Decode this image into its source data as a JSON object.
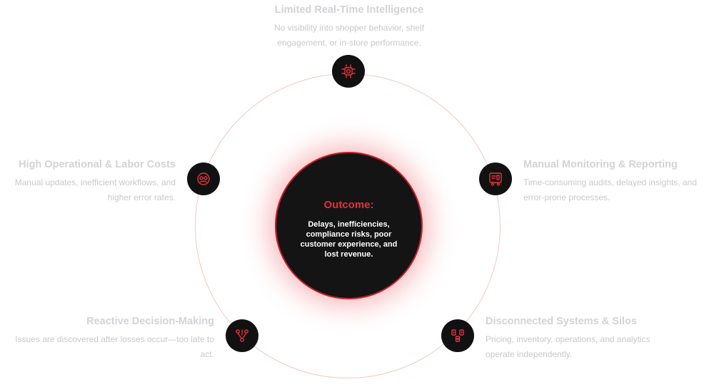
{
  "outcome": {
    "title": "Outcome:",
    "body": "Delays, inefficiencies, compliance risks, poor customer experience, and lost revenue."
  },
  "challenges": [
    {
      "title": "Limited Real-Time Intelligence",
      "description": "No visibility into shopper behavior, shelf engagement, or in-store performance.",
      "icon": "chip-icon"
    },
    {
      "title": "Manual Monitoring & Reporting",
      "description": "Time-consuming audits, delayed insights, and error-prone processes.",
      "icon": "report-icon"
    },
    {
      "title": "Disconnected Systems & Silos",
      "description": "Pricing, inventory, operations, and analytics operate independently.",
      "icon": "systems-icon"
    },
    {
      "title": "Reactive Decision-Making",
      "description": "Issues are discovered after losses occur—too late to act.",
      "icon": "decision-icon"
    },
    {
      "title": "High Operational & Labor Costs",
      "description": "Manual updates, inefficient workflows, and higher error rates.",
      "icon": "cost-icon"
    }
  ],
  "colors": {
    "accent": "#e8303a",
    "ring": "#f6c6c6",
    "node": "#111111",
    "muted_text": "#c9c9cd"
  }
}
